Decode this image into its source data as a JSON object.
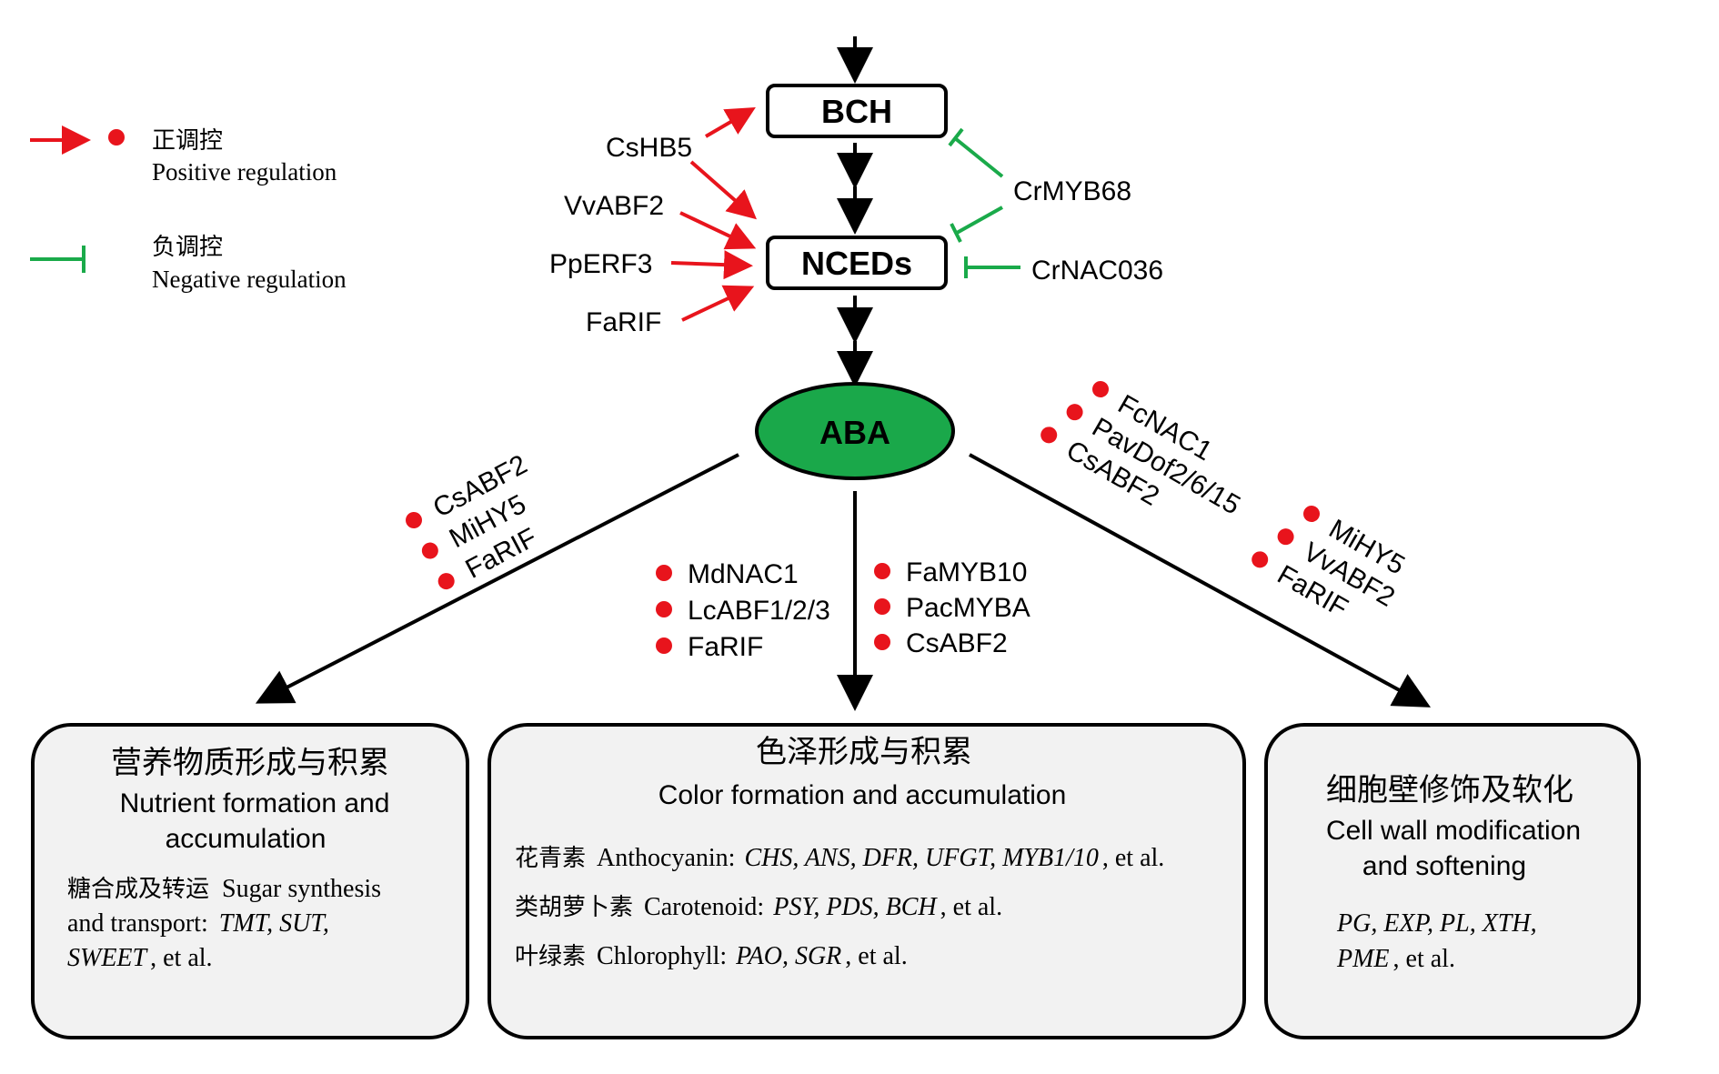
{
  "colors": {
    "positive": "#e8141c",
    "negative": "#1aaa4a",
    "aba_fill": "#1aa84a",
    "box_fill": "#f2f2f2",
    "stroke": "#000000"
  },
  "legend": {
    "positive_zh": "正调控",
    "positive_en": "Positive regulation",
    "negative_zh": "负调控",
    "negative_en": "Negative regulation"
  },
  "nodes": {
    "bch": "BCH",
    "nceds": "NCEDs",
    "aba": "ABA"
  },
  "regulators": {
    "cshb5": "CsHB5",
    "vvabf2": "VvABF2",
    "pperf3": "PpERF3",
    "farif": "FaRIF",
    "crmyb68": "CrMYB68",
    "crnac036": "CrNAC036"
  },
  "branch_left": [
    "CsABF2",
    "MiHY5",
    "FaRIF"
  ],
  "branch_mid_left": [
    "MdNAC1",
    "LcABF1/2/3",
    "FaRIF"
  ],
  "branch_mid_right": [
    "FaMYB10",
    "PacMYBA",
    "CsABF2"
  ],
  "branch_right_a": [
    "FcNAC1",
    "PavDof2/6/15",
    "CsABF2"
  ],
  "branch_right_b": [
    "MiHY5",
    "VvABF2",
    "FaRIF"
  ],
  "boxes": {
    "nutrient": {
      "title_zh": "营养物质形成与积累",
      "title_en_1": "Nutrient formation and",
      "title_en_2": "accumulation",
      "line1_zh": "糖合成及转运",
      "line1_en": "Sugar synthesis",
      "line2_en": "and transport:",
      "line2_genes": "TMT, SUT,",
      "line3_genes": "SWEET",
      "line3_tail": ", et al."
    },
    "color": {
      "title_zh": "色泽形成与积累",
      "title_en": "Color formation and accumulation",
      "row1_zh": "花青素",
      "row1_en": "Anthocyanin:",
      "row1_genes": "CHS, ANS, DFR, UFGT, MYB1/10",
      "row1_tail": ", et al.",
      "row2_zh": "类胡萝卜素",
      "row2_en": "Carotenoid:",
      "row2_genes": "PSY, PDS, BCH",
      "row2_tail": ", et al.",
      "row3_zh": "叶绿素",
      "row3_en": "Chlorophyll:",
      "row3_genes": "PAO, SGR",
      "row3_tail": ", et al."
    },
    "cellwall": {
      "title_zh": "细胞壁修饰及软化",
      "title_en_1": "Cell wall modification",
      "title_en_2": "and softening",
      "genes_1": "PG, EXP, PL, XTH,",
      "genes_2": "PME",
      "tail": ", et al."
    }
  }
}
